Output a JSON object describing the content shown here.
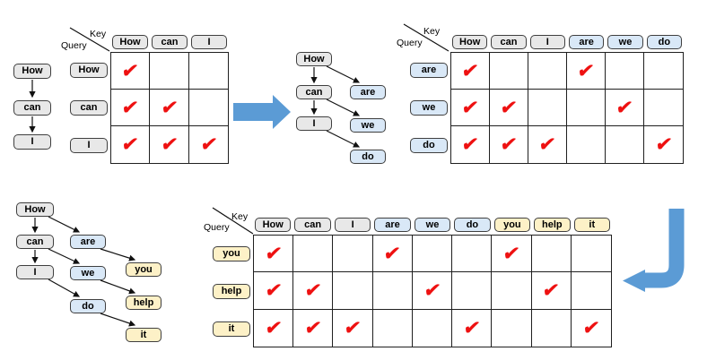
{
  "labels": {
    "key": "Key",
    "query": "Query"
  },
  "check_symbol": "✔",
  "colors": {
    "gray_chip": "#e8e8e8",
    "blue_chip": "#d9e8f7",
    "yellow_chip": "#fdf1c7",
    "chip_border": "#3f3f3f",
    "grid_line": "#1f1f1f",
    "checkmark": "#ee1111",
    "flow_arrow": "#5b9bd5",
    "tree_arrow": "#111111"
  },
  "stage1": {
    "chain": [
      {
        "label": "How",
        "color": "gray"
      },
      {
        "label": "can",
        "color": "gray"
      },
      {
        "label": "I",
        "color": "gray"
      }
    ],
    "matrix": {
      "corner_top_label": "Key",
      "corner_left_label": "Query",
      "columns": [
        {
          "label": "How",
          "color": "gray"
        },
        {
          "label": "can",
          "color": "gray"
        },
        {
          "label": "I",
          "color": "gray"
        }
      ],
      "rows": [
        {
          "label": "How",
          "color": "gray"
        },
        {
          "label": "can",
          "color": "gray"
        },
        {
          "label": "I",
          "color": "gray"
        }
      ],
      "checks": [
        [
          1,
          0,
          0
        ],
        [
          1,
          1,
          0
        ],
        [
          1,
          1,
          1
        ]
      ]
    }
  },
  "stage2": {
    "tree": {
      "nodes": [
        {
          "id": "How",
          "label": "How",
          "color": "gray"
        },
        {
          "id": "can",
          "label": "can",
          "color": "gray"
        },
        {
          "id": "are",
          "label": "are",
          "color": "blue"
        },
        {
          "id": "I",
          "label": "I",
          "color": "gray"
        },
        {
          "id": "we",
          "label": "we",
          "color": "blue"
        },
        {
          "id": "do",
          "label": "do",
          "color": "blue"
        }
      ],
      "edges": [
        [
          "How",
          "can"
        ],
        [
          "How",
          "are"
        ],
        [
          "can",
          "I"
        ],
        [
          "can",
          "we"
        ],
        [
          "I",
          "do"
        ]
      ]
    },
    "matrix": {
      "corner_top_label": "Key",
      "corner_left_label": "Query",
      "columns": [
        {
          "label": "How",
          "color": "gray"
        },
        {
          "label": "can",
          "color": "gray"
        },
        {
          "label": "I",
          "color": "gray"
        },
        {
          "label": "are",
          "color": "blue"
        },
        {
          "label": "we",
          "color": "blue"
        },
        {
          "label": "do",
          "color": "blue"
        }
      ],
      "rows": [
        {
          "label": "are",
          "color": "blue"
        },
        {
          "label": "we",
          "color": "blue"
        },
        {
          "label": "do",
          "color": "blue"
        }
      ],
      "checks": [
        [
          1,
          0,
          0,
          1,
          0,
          0
        ],
        [
          1,
          1,
          0,
          0,
          1,
          0
        ],
        [
          1,
          1,
          1,
          0,
          0,
          1
        ]
      ]
    }
  },
  "stage3": {
    "tree": {
      "nodes": [
        {
          "id": "How",
          "label": "How",
          "color": "gray"
        },
        {
          "id": "can",
          "label": "can",
          "color": "gray"
        },
        {
          "id": "are",
          "label": "are",
          "color": "blue"
        },
        {
          "id": "I",
          "label": "I",
          "color": "gray"
        },
        {
          "id": "we",
          "label": "we",
          "color": "blue"
        },
        {
          "id": "you",
          "label": "you",
          "color": "yellow"
        },
        {
          "id": "do",
          "label": "do",
          "color": "blue"
        },
        {
          "id": "help",
          "label": "help",
          "color": "yellow"
        },
        {
          "id": "it",
          "label": "it",
          "color": "yellow"
        }
      ],
      "edges": [
        [
          "How",
          "can"
        ],
        [
          "How",
          "are"
        ],
        [
          "can",
          "I"
        ],
        [
          "can",
          "we"
        ],
        [
          "are",
          "you"
        ],
        [
          "I",
          "do"
        ],
        [
          "we",
          "help"
        ],
        [
          "do",
          "it"
        ]
      ]
    },
    "matrix": {
      "corner_top_label": "Key",
      "corner_left_label": "Query",
      "columns": [
        {
          "label": "How",
          "color": "gray"
        },
        {
          "label": "can",
          "color": "gray"
        },
        {
          "label": "I",
          "color": "gray"
        },
        {
          "label": "are",
          "color": "blue"
        },
        {
          "label": "we",
          "color": "blue"
        },
        {
          "label": "do",
          "color": "blue"
        },
        {
          "label": "you",
          "color": "yellow"
        },
        {
          "label": "help",
          "color": "yellow"
        },
        {
          "label": "it",
          "color": "yellow"
        }
      ],
      "rows": [
        {
          "label": "you",
          "color": "yellow"
        },
        {
          "label": "help",
          "color": "yellow"
        },
        {
          "label": "it",
          "color": "yellow"
        }
      ],
      "checks": [
        [
          1,
          0,
          0,
          1,
          0,
          0,
          1,
          0,
          0
        ],
        [
          1,
          1,
          0,
          0,
          1,
          0,
          0,
          1,
          0
        ],
        [
          1,
          1,
          1,
          0,
          0,
          1,
          0,
          0,
          1
        ]
      ]
    }
  }
}
